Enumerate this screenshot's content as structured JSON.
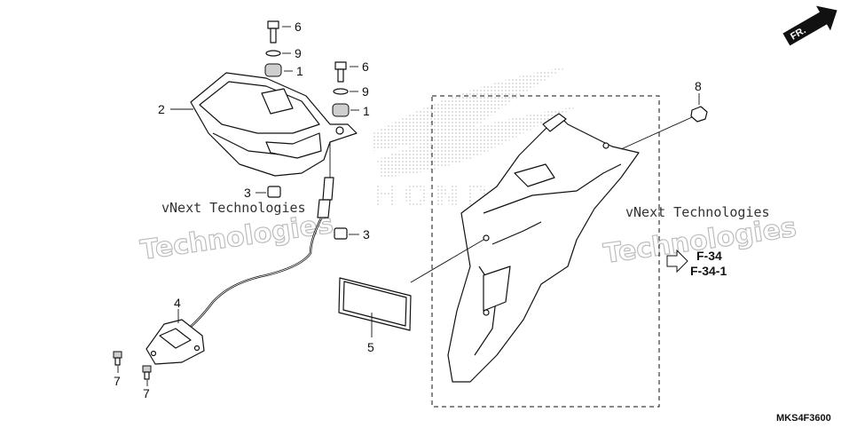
{
  "callouts": {
    "c1a": "1",
    "c1b": "1",
    "c2": "2",
    "c3a": "3",
    "c3b": "3",
    "c4": "4",
    "c5": "5",
    "c6a": "6",
    "c6b": "6",
    "c7a": "7",
    "c7b": "7",
    "c8": "8",
    "c9a": "9",
    "c9b": "9"
  },
  "references": {
    "ref1": "F-34",
    "ref2": "F-34-1"
  },
  "direction": {
    "label": "FR."
  },
  "diagram_code": "MKS4F3600",
  "watermarks": {
    "left_small": "vNext Technologies",
    "left_big": "Technologies",
    "right_small": "vNext Technologies",
    "right_big": "Technologies"
  },
  "brand_mark": {
    "text": "HONDA"
  },
  "colors": {
    "line": "#111111",
    "watermark": "#bdbdbd",
    "halftone": "#d4d4d4"
  }
}
